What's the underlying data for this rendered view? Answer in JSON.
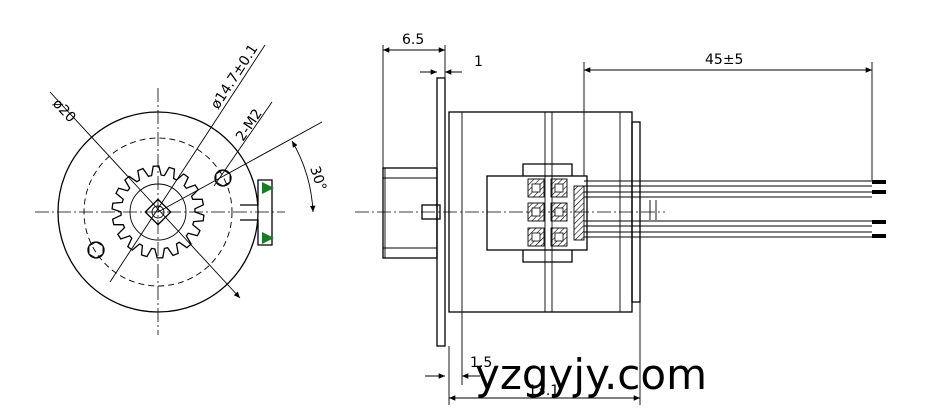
{
  "colors": {
    "line": "#000000",
    "marker": "#1a7a2a",
    "background": "#ffffff"
  },
  "front_view": {
    "dia_outer": "ø20",
    "dia_bolt": "ø14.7±0.1",
    "thread": "2-M2",
    "angle": "30°"
  },
  "side_view": {
    "dim_flange": "6.5",
    "dim_plate": "1",
    "dim_leads": "45±5",
    "dim_shaft_bottom": "1.5",
    "dim_overall": "13.1"
  },
  "watermark": {
    "text": "yzgyjy.com"
  }
}
